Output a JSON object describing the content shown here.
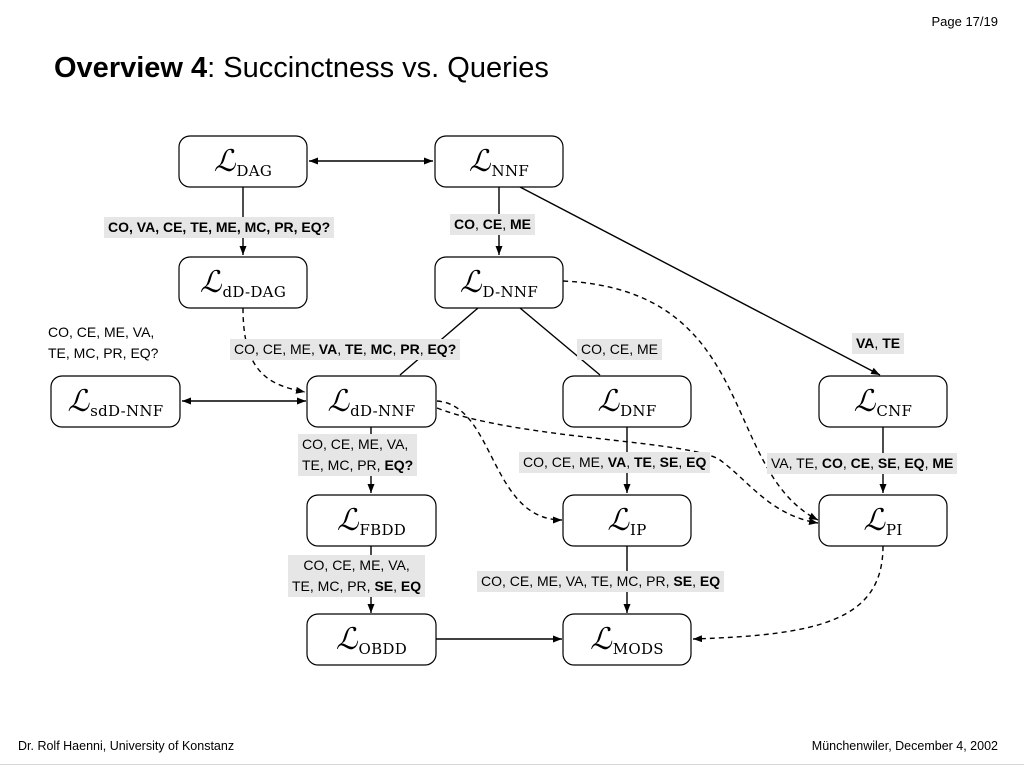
{
  "page_number": "Page 17/19",
  "title": {
    "bold": "Overview 4",
    "rest": ": Succinctness vs. Queries"
  },
  "nodes": {
    "dag": {
      "symbol": "ℒ",
      "sub": "DAG"
    },
    "nnf": {
      "symbol": "ℒ",
      "sub": "NNF"
    },
    "ddag": {
      "symbol": "ℒ",
      "sub": "dD-DAG"
    },
    "dnnf": {
      "symbol": "ℒ",
      "sub": "D-NNF"
    },
    "sddnnf": {
      "symbol": "ℒ",
      "sub": "sdD-NNF"
    },
    "ddnnf": {
      "symbol": "ℒ",
      "sub": "dD-NNF"
    },
    "dnf": {
      "symbol": "ℒ",
      "sub": "DNF"
    },
    "cnf": {
      "symbol": "ℒ",
      "sub": "CNF"
    },
    "fbdd": {
      "symbol": "ℒ",
      "sub": "FBDD"
    },
    "ip": {
      "symbol": "ℒ",
      "sub": "IP"
    },
    "pi": {
      "symbol": "ℒ",
      "sub": "PI"
    },
    "obdd": {
      "symbol": "ℒ",
      "sub": "OBDD"
    },
    "mods": {
      "symbol": "ℒ",
      "sub": "MODS"
    }
  },
  "labels": {
    "dag_ddag": {
      "bold": "CO, VA, CE, TE, ME, MC, PR, EQ?"
    },
    "nnf_dnnf": {
      "p1": "CO",
      "s1": ", ",
      "p2": "CE",
      "s2": ", ",
      "p3": "ME"
    },
    "sddnnf_side": {
      "line1": "CO, CE, ME, VA,",
      "line2": "TE, MC, PR, EQ?"
    },
    "dnnf_ddnnf": {
      "plain": "CO, CE, ME, ",
      "p1": "VA",
      "s1": ", ",
      "p2": "TE",
      "s2": ", ",
      "p3": "MC",
      "s3": ", ",
      "p4": "PR",
      "s4": ", ",
      "p5": "EQ?"
    },
    "dnnf_dnf": {
      "plain": "CO, CE, ME"
    },
    "nnf_cnf": {
      "p1": "VA",
      "s1": ", ",
      "p2": "TE"
    },
    "ddnnf_fbdd": {
      "line1": "CO, CE, ME, VA,",
      "line2_plain": "TE, MC, PR, ",
      "line2_bold": "EQ?"
    },
    "dnf_ip": {
      "plain": "CO, CE, ME, ",
      "p1": "VA",
      "s1": ", ",
      "p2": "TE",
      "s2": ", ",
      "p3": "SE",
      "s3": ", ",
      "p4": "EQ"
    },
    "cnf_pi": {
      "plain": "VA, TE, ",
      "p1": "CO",
      "s1": ", ",
      "p2": "CE",
      "s2": ", ",
      "p3": "SE",
      "s3": ", ",
      "p4": "EQ",
      "s4": ", ",
      "p5": "ME"
    },
    "fbdd_obdd": {
      "line1": "CO, CE, ME, VA,",
      "line2_plain": "TE, MC, PR, ",
      "b1": "SE",
      "s1": ", ",
      "b2": "EQ"
    },
    "ip_mods": {
      "plain": "CO, CE, ME, VA, TE, MC, PR, ",
      "p1": "SE",
      "s1": ", ",
      "p2": "EQ"
    }
  },
  "footer": {
    "left": "Dr. Rolf Haenni, University of Konstanz",
    "right": "Münchenwiler, December 4,  2002"
  }
}
